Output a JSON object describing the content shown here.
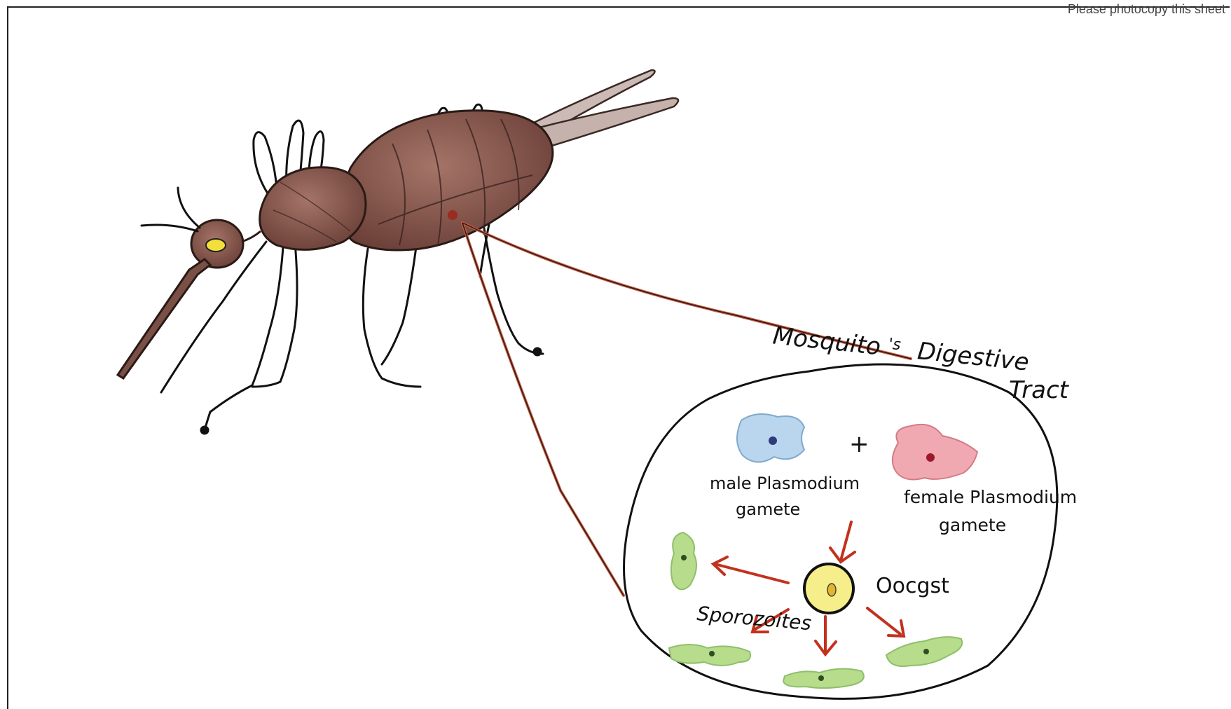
{
  "sheet": {
    "header_note": "Please photocopy this sheet"
  },
  "diagram": {
    "title": "Mosquito's Digestive Tract",
    "title_parts": [
      "Mosquito",
      "'s",
      "Digestive",
      "Tract"
    ],
    "labels": {
      "male_gamete": [
        "male Plasmodium",
        "gamete"
      ],
      "female_gamete": [
        "female Plasmodium",
        "gamete"
      ],
      "plus": "+",
      "oocyst": "Oocgst",
      "sporozoites": "Sporozoites"
    }
  },
  "colors": {
    "mosquito_body": "#7a4f45",
    "mosquito_light": "#9b6c62",
    "outline": "#2a1a16",
    "eye": "#f2e03a",
    "wing": "#c9b8b3",
    "callout_line": "#c95a40",
    "male_gamete": "#b9d6ee",
    "female_gamete": "#f0a9b0",
    "oocyst": "#f6ee8a",
    "sporozoite": "#b6dc8c",
    "arrow": "#c2311e"
  }
}
